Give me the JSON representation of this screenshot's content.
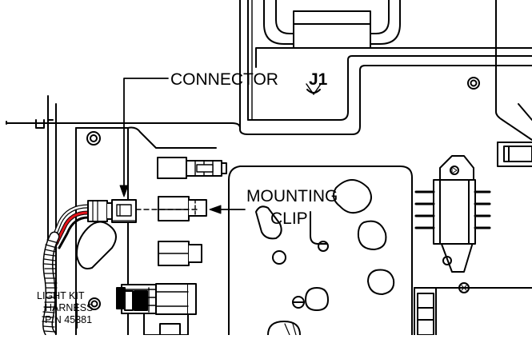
{
  "callouts": {
    "connector_label": "CONNECTOR",
    "connector_id": "J1",
    "mounting_line1": "MOUNTING",
    "mounting_line2": "CLIP"
  },
  "harness_label": {
    "line1": "LIGHT KIT",
    "line2": "HARNESS",
    "line3": "P/N 45381"
  },
  "wire_colors": {
    "red": "#e3141b",
    "black": "#000000",
    "white": "#ffffff"
  }
}
